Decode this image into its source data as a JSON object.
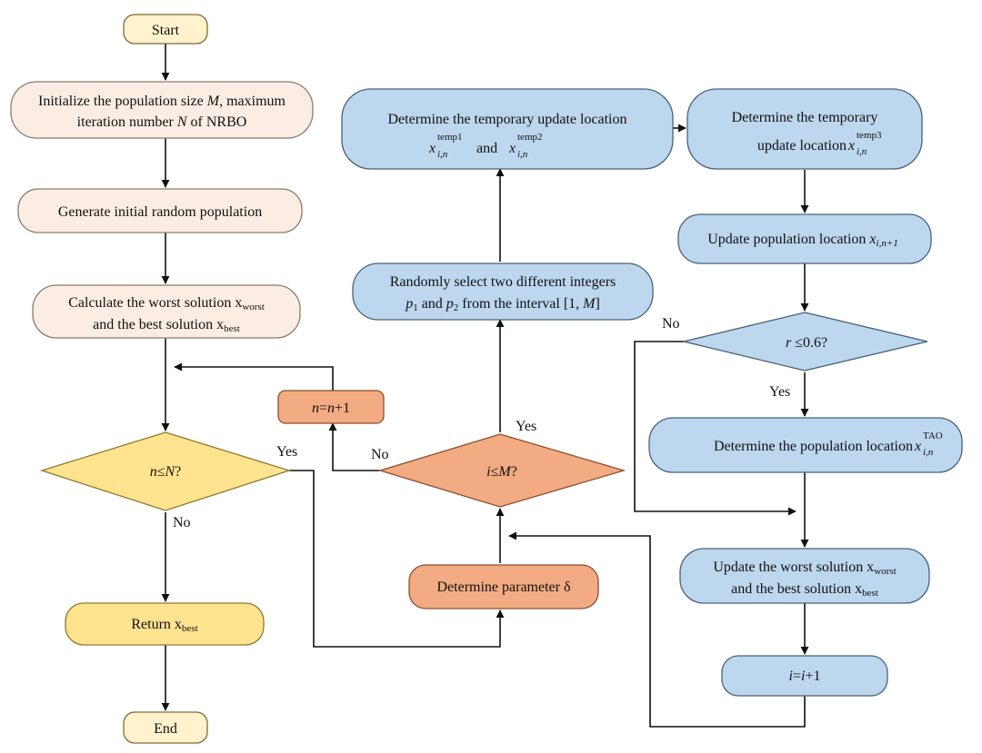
{
  "colors": {
    "cream": "#FFF2CC",
    "cream_stroke": "#7F6A3A",
    "peach": "#FBEDE3",
    "peach_stroke": "#8C7B6E",
    "yellow": "#FFE38F",
    "yellow_stroke": "#8B7A2E",
    "orange": "#F2AB82",
    "orange_stroke": "#8A4F2E",
    "blue": "#BDD7EE",
    "blue_stroke": "#4A6178",
    "arrow": "#111111"
  },
  "nodes": {
    "start": {
      "label": "Start"
    },
    "init": {
      "line1_a": "Initialize the population size ",
      "line1_M": "M",
      "line1_b": ", maximum",
      "line2_a": "iteration number ",
      "line2_N": "N",
      "line2_b": " of NRBO"
    },
    "generate": {
      "label": "Generate initial random population"
    },
    "calc": {
      "line1": "Calculate the worst solution x",
      "line1_sub": "worst",
      "line2": "and the best solution x",
      "line2_sub": "best"
    },
    "cond_n": {
      "n": "n",
      "op": "≤",
      "N": "N",
      "q": "?"
    },
    "return": {
      "label": "Return x",
      "sub": "best"
    },
    "end": {
      "label": "End"
    },
    "n_inc": {
      "n": "n",
      "eq": "=",
      "n2": "n",
      "plus": "+1"
    },
    "cond_i": {
      "i": "i",
      "op": "≤",
      "M": "M",
      "q": "?"
    },
    "delta": {
      "label": "Determine parameter δ"
    },
    "random": {
      "line1": "Randomly select two different integers",
      "p1": "p",
      "p1_sub": "1",
      "and": " and ",
      "p2": "p",
      "p2_sub": "2",
      "line2_b": " from the interval [1, ",
      "M": "M",
      "close": "]"
    },
    "temp12": {
      "line1": "Determine the temporary update location",
      "x": "x",
      "sup1": "temp1",
      "sub": "i,n",
      "and": "and",
      "sup2": "temp2"
    },
    "temp3": {
      "line1": "Determine the temporary",
      "line2": "update location ",
      "x": "x",
      "sup": "temp3",
      "sub": "i,n"
    },
    "update_pop": {
      "label": "Update population location ",
      "x": "x",
      "sub": "i,n+1"
    },
    "cond_r": {
      "r": "r",
      "op": " ≤0.6?"
    },
    "tao": {
      "label": "Determine the population location ",
      "x": "x",
      "sup": "TAO",
      "sub": "i,n"
    },
    "update_ws": {
      "line1": "Update the worst solution x",
      "line1_sub": "worst",
      "line2": "and the best solution x",
      "line2_sub": "best"
    },
    "i_inc": {
      "i": "i",
      "eq": "=",
      "i2": "i",
      "plus": "+1"
    }
  },
  "edge_labels": {
    "n_yes": "Yes",
    "n_no": "No",
    "i_yes": "Yes",
    "i_no": "No",
    "r_no": "No",
    "r_yes": "Yes"
  }
}
